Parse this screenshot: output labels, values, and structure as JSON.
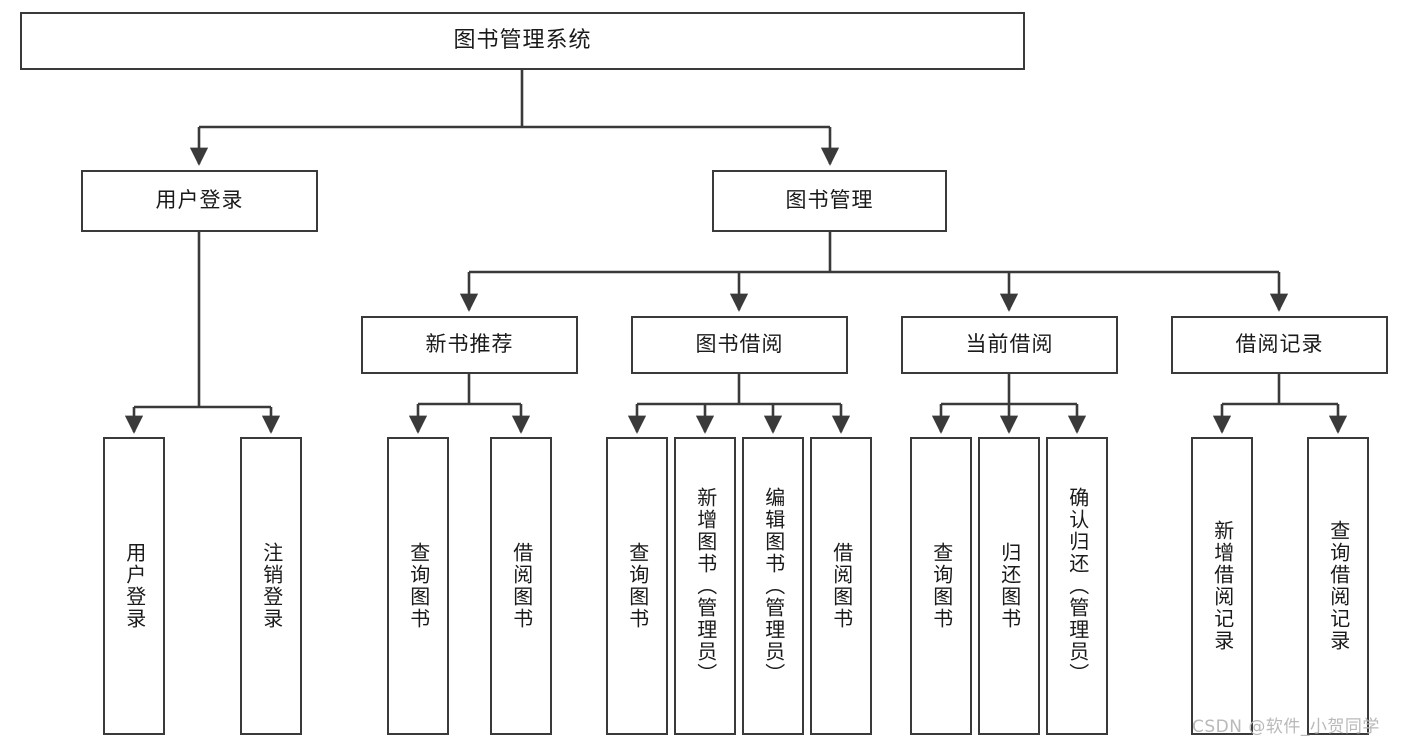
{
  "diagram": {
    "title": "图书管理系统",
    "watermark": "CSDN @软件_小贺同学",
    "stroke_color": "#3a3a3a",
    "background_color": "#ffffff",
    "nodes": {
      "root": {
        "label": "图书管理系统"
      },
      "level2": [
        {
          "id": "user-login",
          "label": "用户登录"
        },
        {
          "id": "book-management",
          "label": "图书管理"
        }
      ],
      "level3": [
        {
          "id": "new-book-recommend",
          "label": "新书推荐"
        },
        {
          "id": "book-borrow",
          "label": "图书借阅"
        },
        {
          "id": "current-borrow",
          "label": "当前借阅"
        },
        {
          "id": "borrow-record",
          "label": "借阅记录"
        }
      ],
      "leaves": {
        "user_login": [
          {
            "id": "leaf-user-login",
            "label": "用户登录"
          },
          {
            "id": "leaf-logout",
            "label": "注销登录"
          }
        ],
        "new_book_recommend": [
          {
            "id": "leaf-query-book-1",
            "label": "查询图书"
          },
          {
            "id": "leaf-borrow-book-1",
            "label": "借阅图书"
          }
        ],
        "book_borrow": [
          {
            "id": "leaf-query-book-2",
            "label": "查询图书"
          },
          {
            "id": "leaf-add-book",
            "label": "新增图书（管理员）"
          },
          {
            "id": "leaf-edit-book",
            "label": "编辑图书（管理员）"
          },
          {
            "id": "leaf-borrow-book-2",
            "label": "借阅图书"
          }
        ],
        "current_borrow": [
          {
            "id": "leaf-query-book-3",
            "label": "查询图书"
          },
          {
            "id": "leaf-return-book",
            "label": "归还图书"
          },
          {
            "id": "leaf-confirm-return",
            "label": "确认归还（管理员）"
          }
        ],
        "borrow_record": [
          {
            "id": "leaf-add-record",
            "label": "新增借阅记录"
          },
          {
            "id": "leaf-query-record",
            "label": "查询借阅记录"
          }
        ]
      }
    }
  }
}
